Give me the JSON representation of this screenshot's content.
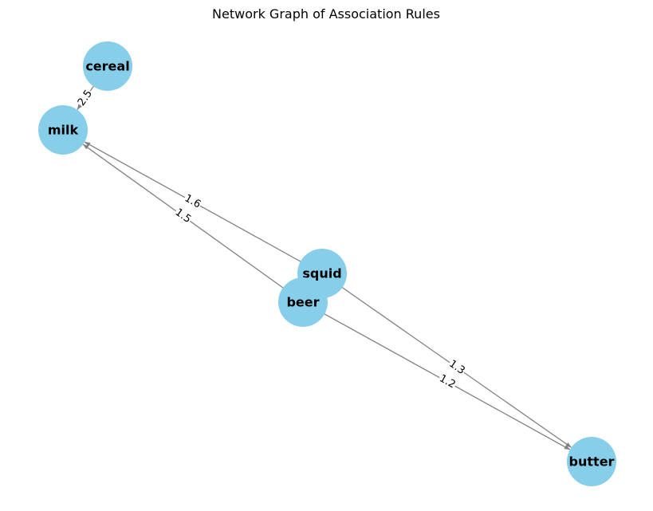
{
  "title": "Network Graph of Association Rules",
  "colors": {
    "node": "#87ceeb",
    "edge": "#808080",
    "text": "#000000"
  },
  "nodes": [
    {
      "id": "cereal",
      "label": "cereal"
    },
    {
      "id": "milk",
      "label": "milk"
    },
    {
      "id": "squid",
      "label": "squid"
    },
    {
      "id": "beer",
      "label": "beer"
    },
    {
      "id": "butter",
      "label": "butter"
    }
  ],
  "edges": [
    {
      "source": "cereal",
      "target": "milk",
      "label": "2.5"
    },
    {
      "source": "squid",
      "target": "milk",
      "label": "1.6"
    },
    {
      "source": "beer",
      "target": "milk",
      "label": "1.5"
    },
    {
      "source": "squid",
      "target": "butter",
      "label": "1.3"
    },
    {
      "source": "beer",
      "target": "butter",
      "label": "1.2"
    }
  ]
}
